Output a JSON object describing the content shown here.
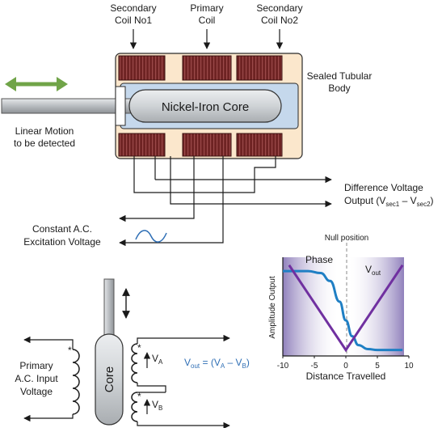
{
  "labels": {
    "secondary_coil_1": [
      "Secondary",
      "Coil No1"
    ],
    "primary_coil": [
      "Primary",
      "Coil"
    ],
    "secondary_coil_2": [
      "Secondary",
      "Coil No2"
    ],
    "sealed_body": [
      "Sealed Tubular",
      "Body"
    ],
    "core": "Nickel-Iron Core",
    "linear_motion": [
      "Linear Motion",
      "to be detected"
    ],
    "difference_voltage": "Difference Voltage",
    "output_prefix": "Output (V",
    "output_sub1": "sec1",
    "output_mid": " – V",
    "output_sub2": "sec2",
    "output_suffix": ")",
    "excitation": [
      "Constant A.C.",
      "Excitation Voltage"
    ],
    "primary_input": [
      "Primary",
      "A.C. Input",
      "Voltage"
    ],
    "core_small": "Core",
    "va": "V",
    "va_sub": "A",
    "vb": "V",
    "vb_sub": "B",
    "vout_eq_v": "V",
    "vout_eq_sub": "out",
    "vout_eq_rest": " = (V",
    "vout_eq_a": "A",
    "vout_eq_mid": " – V",
    "vout_eq_b": "B",
    "vout_eq_end": ")",
    "star": "*"
  },
  "chart_data": {
    "type": "line",
    "xlabel": "Distance Travelled",
    "ylabel": "Amplitude Output",
    "xlim": [
      -10,
      10
    ],
    "xticks": [
      "-10",
      "-5",
      "0",
      "5",
      "10"
    ],
    "annotation": "Null position",
    "series": [
      {
        "name": "Phase",
        "color": "#1f7fc4",
        "points": [
          [
            -10,
            0.86
          ],
          [
            -6,
            0.86
          ],
          [
            -4,
            0.84
          ],
          [
            -2.5,
            0.76
          ],
          [
            -1,
            0.55
          ],
          [
            0,
            0.36
          ],
          [
            1,
            0.2
          ],
          [
            2,
            0.11
          ],
          [
            3.5,
            0.07
          ],
          [
            5,
            0.06
          ],
          [
            9,
            0.06
          ]
        ]
      },
      {
        "name": "V",
        "name_sub": "out",
        "color": "#7030a0",
        "points": [
          [
            -9,
            0.92
          ],
          [
            0,
            0.06
          ],
          [
            9,
            0.92
          ]
        ]
      }
    ],
    "fill_color": "#8a78b8"
  },
  "colors": {
    "coil_dark": "#6e2323",
    "body_fill": "#fbe7cc",
    "core_fill": "#d4d8dc",
    "channel_fill": "#c5d8ec",
    "arrow_green": "#70a448",
    "wave": "#2f6fb5"
  }
}
